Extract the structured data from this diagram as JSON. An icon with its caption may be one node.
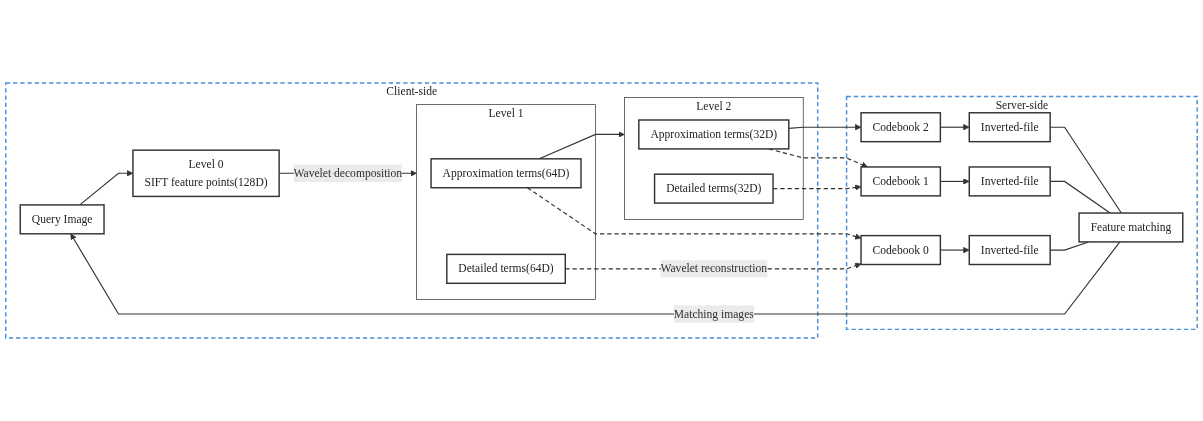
{
  "diagram": {
    "nodes": [
      {
        "text": [
          "Client-side"
        ]
      },
      {
        "text": [
          "Query Image"
        ],
        "in": 0
      },
      {
        "text": [
          "Level 0",
          "SIFT feature points(128D)"
        ],
        "in": 0
      },
      {
        "text": [
          "Level 1"
        ],
        "in": 0
      },
      {
        "text": [
          "Approximation terms(64D)"
        ],
        "in": 3
      },
      {
        "text": [
          "Detailed terms(64D)"
        ],
        "in": 3
      },
      {
        "text": [
          "Level 2"
        ],
        "in": 0
      },
      {
        "text": [
          "Approximation terms(32D)"
        ],
        "in": 6
      },
      {
        "text": [
          "Detailed terms(32D)"
        ],
        "in": 6
      },
      {
        "text": [
          "Server-side"
        ]
      },
      {
        "text": [
          "Codebook 2"
        ],
        "in": 9
      },
      {
        "text": [
          "Inverted-file"
        ],
        "in": 9
      },
      {
        "text": [
          "Codebook 1"
        ],
        "in": 9
      },
      {
        "text": [
          "Inverted-file"
        ],
        "in": 9
      },
      {
        "text": [
          "Codebook 0"
        ],
        "in": 9
      },
      {
        "text": [
          "Inverted-file"
        ],
        "in": 9
      },
      {
        "text": [
          "Feature matching"
        ],
        "in": 9
      }
    ],
    "edges": [
      {
        "from": 1,
        "to": 2,
        "arrow": "to"
      },
      {
        "from": 2,
        "to": 3,
        "arrow": "to",
        "label": "Wavelet decomposition"
      },
      {
        "from": 4,
        "to": 6,
        "arrow": "to"
      },
      {
        "from": 7,
        "to": 10,
        "arrow": "to"
      },
      {
        "from": 7,
        "to": 12,
        "arrow": "to",
        "style": "dashed"
      },
      {
        "from": 8,
        "to": 12,
        "arrow": "to",
        "style": "dashed"
      },
      {
        "from": 4,
        "to": 14,
        "arrow": "to",
        "style": "dashed"
      },
      {
        "from": 5,
        "to": 14,
        "arrow": "to",
        "style": "dashed",
        "label": "Wavelet reconstruction"
      },
      {
        "from": 10,
        "to": 11,
        "arrow": "to"
      },
      {
        "from": 12,
        "to": 13,
        "arrow": "to"
      },
      {
        "from": 14,
        "to": 15,
        "arrow": "to"
      },
      {
        "from": 11,
        "to": 16,
        "arrow": "none"
      },
      {
        "from": 13,
        "to": 16,
        "arrow": "none"
      },
      {
        "from": 15,
        "to": 16,
        "arrow": "none"
      },
      {
        "from": 16,
        "to": 1,
        "arrow": "to",
        "label": "Matching images"
      }
    ]
  }
}
